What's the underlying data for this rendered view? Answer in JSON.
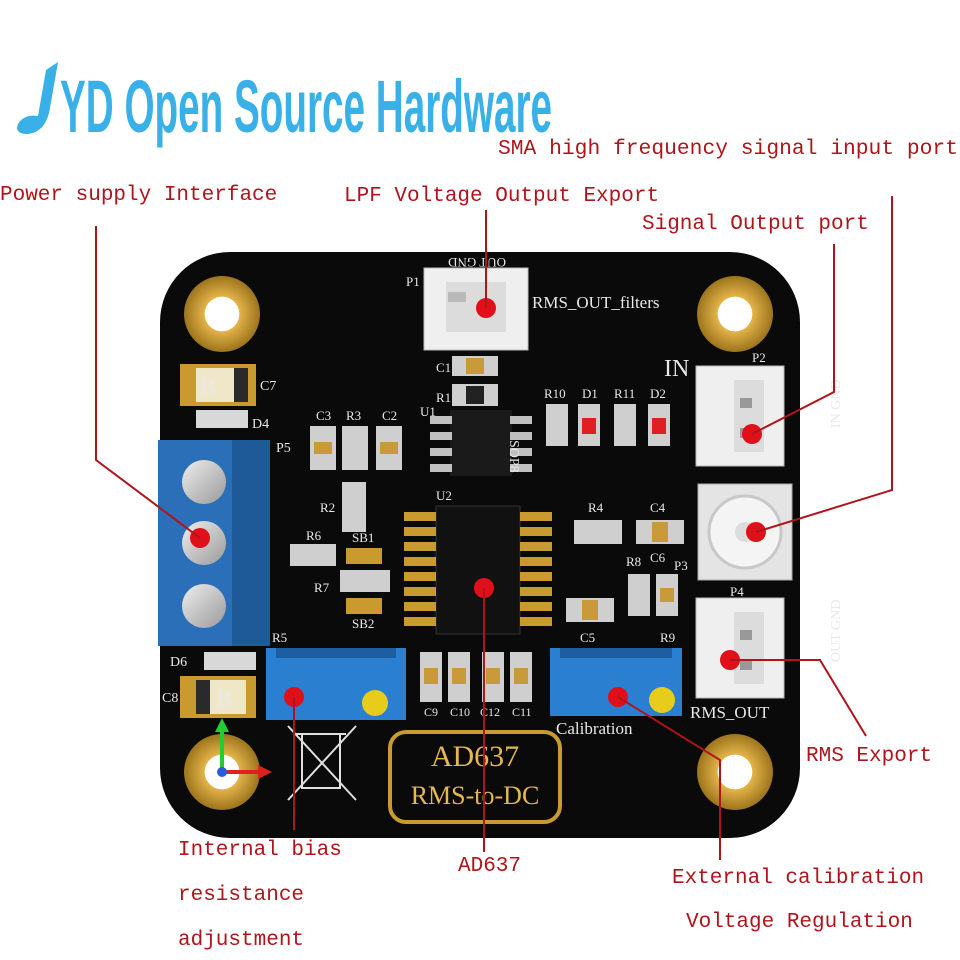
{
  "logo": {
    "text": "YD Open Source Hardware",
    "color": "#3ab0e8"
  },
  "labels": {
    "power_supply": "Power supply Interface",
    "lpf_output": "LPF Voltage Output Export",
    "sma_input": "SMA high frequency signal input port",
    "signal_output": "Signal Output port",
    "rms_export": "RMS Export",
    "internal_bias_l1": "Internal bias",
    "internal_bias_l2": "resistance",
    "internal_bias_l3": "adjustment",
    "ad637": "AD637",
    "external_cal_l1": "External calibration",
    "external_cal_l2": "Voltage Regulation"
  },
  "board": {
    "chip_title": "AD637",
    "chip_subtitle": "RMS-to-DC",
    "pot_label": "Calibration",
    "rms_out_label": "RMS_OUT",
    "filter_label": "RMS_OUT_filters",
    "in_label": "IN",
    "p1_pins": "OUT GND",
    "p2_pins": "IN GND",
    "p4_pins": "OUT GND",
    "sop_label": "SOP8",
    "designators": {
      "P1": "P1",
      "P2": "P2",
      "P3": "P3",
      "P4": "P4",
      "P5": "P5",
      "U1": "U1",
      "U2": "U2",
      "C1": "C1",
      "C2": "C2",
      "C3": "C3",
      "C4": "C4",
      "C5": "C5",
      "C6": "C6",
      "C7": "C7",
      "C8": "C8",
      "C9": "C9",
      "C10": "C10",
      "C11": "C11",
      "C12": "C12",
      "R1": "R1",
      "R2": "R2",
      "R3": "R3",
      "R4": "R4",
      "R5": "R5",
      "R6": "R6",
      "R7": "R7",
      "R8": "R8",
      "R9": "R9",
      "R10": "R10",
      "R11": "R11",
      "D1": "D1",
      "D2": "D2",
      "D4": "D4",
      "D6": "D6",
      "SB1": "SB1",
      "SB2": "SB2",
      "B_top": "B",
      "B_bottom": "B"
    }
  },
  "colors": {
    "board": "#0a0a0a",
    "pad_gold": "#c99a2e",
    "terminal_blue": "#2a6fb8",
    "pot_blue": "#2b7fd0",
    "callout": "#b0141b",
    "marker": "#e0101a"
  }
}
